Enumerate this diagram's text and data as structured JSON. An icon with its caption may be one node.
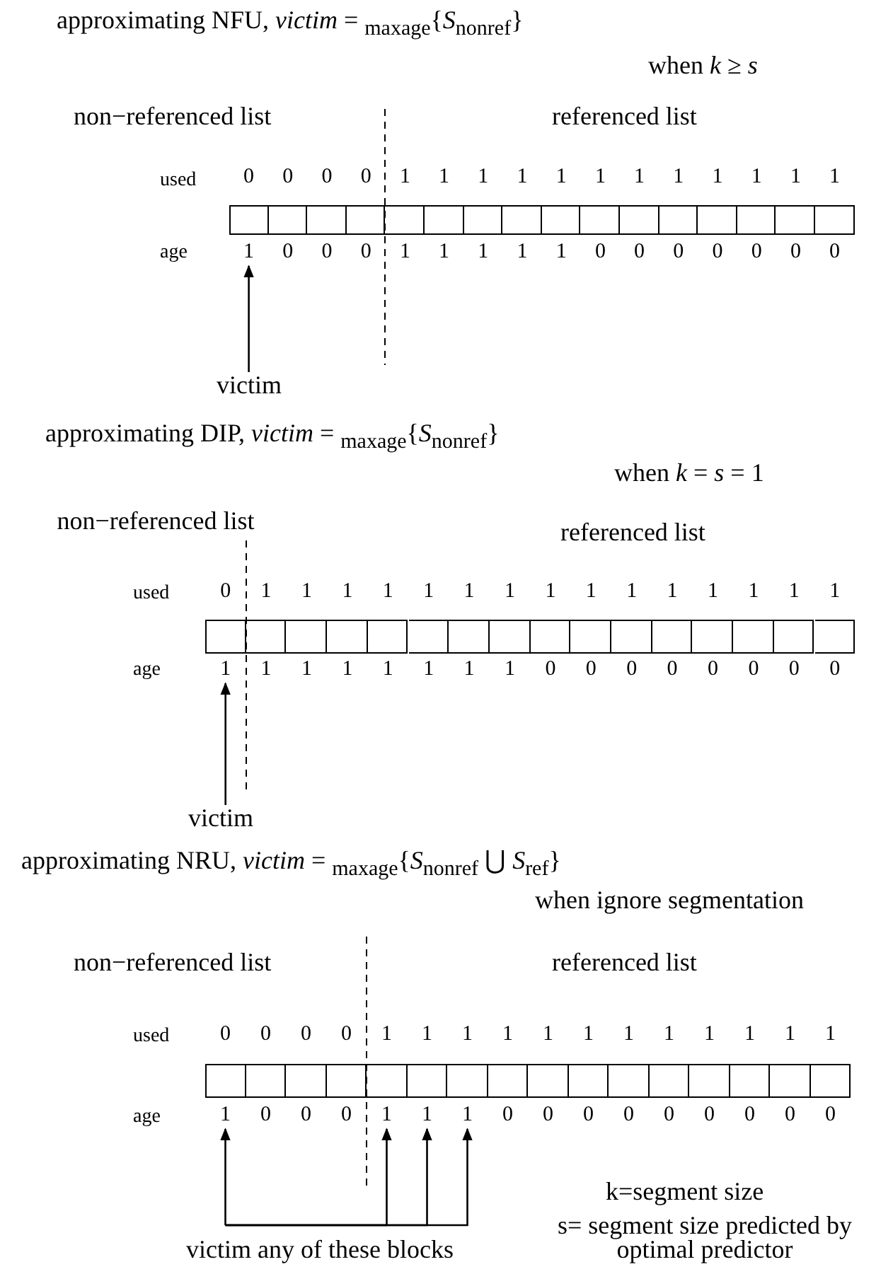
{
  "diagram": {
    "nodes": [
      {
        "text": [],
        "shape": "box",
        "beside": [
          "0",
          "1"
        ]
      },
      {
        "text": [],
        "shape": "box",
        "beside": [
          "0",
          "0"
        ]
      },
      {
        "text": [],
        "shape": "box",
        "beside": [
          "0",
          "0"
        ]
      },
      {
        "text": [],
        "shape": "box",
        "beside": [
          "0",
          "0"
        ]
      },
      {
        "text": [],
        "shape": "box",
        "beside": [
          "1",
          "1"
        ]
      },
      {
        "text": [],
        "shape": "box",
        "beside": [
          "1",
          "1"
        ]
      },
      {
        "text": [],
        "shape": "box",
        "beside": [
          "1",
          "1"
        ]
      },
      {
        "text": [],
        "shape": "box",
        "beside": [
          "1",
          "1"
        ]
      },
      {
        "text": [],
        "shape": "box",
        "beside": [
          "1",
          "1"
        ]
      },
      {
        "text": [],
        "shape": "box",
        "beside": [
          "1",
          "0"
        ]
      },
      {
        "text": [],
        "shape": "box",
        "beside": [
          "1",
          "0"
        ]
      },
      {
        "text": [],
        "shape": "box",
        "beside": [
          "1",
          "0"
        ]
      },
      {
        "text": [],
        "shape": "box",
        "beside": [
          "1",
          "0"
        ]
      },
      {
        "text": [],
        "shape": "box",
        "beside": [
          "1",
          "0"
        ]
      },
      {
        "text": [],
        "shape": "box",
        "beside": [
          "1",
          "0"
        ]
      },
      {
        "text": [],
        "shape": "box",
        "beside": [
          "1",
          "0"
        ]
      },
      {
        "text": [
          "victim"
        ]
      },
      {
        "text": [],
        "shape": "box",
        "beside": [
          "0",
          "1"
        ]
      },
      {
        "text": [],
        "shape": "box",
        "beside": [
          "1",
          "1"
        ]
      },
      {
        "text": [],
        "shape": "box",
        "beside": [
          "1",
          "1"
        ]
      },
      {
        "text": [],
        "shape": "box",
        "beside": [
          "1",
          "1"
        ]
      },
      {
        "text": [],
        "shape": "box",
        "beside": [
          "1",
          "1"
        ]
      },
      {
        "text": [],
        "shape": "box",
        "beside": [
          "1",
          "1"
        ]
      },
      {
        "text": [],
        "shape": "box",
        "beside": [
          "1",
          "1"
        ]
      },
      {
        "text": [],
        "shape": "box",
        "beside": [
          "1",
          "1"
        ]
      },
      {
        "text": [],
        "shape": "box",
        "beside": [
          "1",
          "0"
        ]
      },
      {
        "text": [],
        "shape": "box",
        "beside": [
          "1",
          "0"
        ]
      },
      {
        "text": [],
        "shape": "box",
        "beside": [
          "1",
          "0"
        ]
      },
      {
        "text": [],
        "shape": "box",
        "beside": [
          "1",
          "0"
        ]
      },
      {
        "text": [],
        "shape": "box",
        "beside": [
          "1",
          "0"
        ]
      },
      {
        "text": [],
        "shape": "box",
        "beside": [
          "1",
          "0"
        ]
      },
      {
        "text": [],
        "shape": "box",
        "beside": [
          "1",
          "0"
        ]
      },
      {
        "text": [],
        "shape": "box",
        "beside": [
          "1",
          "0"
        ]
      },
      {
        "text": [
          "victim"
        ]
      },
      {
        "text": [],
        "shape": "box",
        "beside": [
          "0",
          "1"
        ]
      },
      {
        "text": [],
        "shape": "box",
        "beside": [
          "0",
          "0"
        ]
      },
      {
        "text": [],
        "shape": "box",
        "beside": [
          "0",
          "0"
        ]
      },
      {
        "text": [],
        "shape": "box",
        "beside": [
          "0",
          "0"
        ]
      },
      {
        "text": [],
        "shape": "box",
        "beside": [
          "1",
          "1"
        ]
      },
      {
        "text": [],
        "shape": "box",
        "beside": [
          "1",
          "1"
        ]
      },
      {
        "text": [],
        "shape": "box",
        "beside": [
          "1",
          "1"
        ]
      },
      {
        "text": [],
        "shape": "box",
        "beside": [
          "1",
          "0"
        ]
      },
      {
        "text": [],
        "shape": "box",
        "beside": [
          "1",
          "0"
        ]
      },
      {
        "text": [],
        "shape": "box",
        "beside": [
          "1",
          "0"
        ]
      },
      {
        "text": [],
        "shape": "box",
        "beside": [
          "1",
          "0"
        ]
      },
      {
        "text": [],
        "shape": "box",
        "beside": [
          "1",
          "0"
        ]
      },
      {
        "text": [],
        "shape": "box",
        "beside": [
          "1",
          "0"
        ]
      },
      {
        "text": [],
        "shape": "box",
        "beside": [
          "1",
          "0"
        ]
      },
      {
        "text": [],
        "shape": "box",
        "beside": [
          "1",
          "0"
        ]
      },
      {
        "text": [],
        "shape": "box",
        "beside": [
          "1",
          "0"
        ]
      },
      {
        "text": [
          "victim any of these blocks"
        ]
      }
    ],
    "edges": [
      {
        "from": 16,
        "to": 0,
        "arrow": "to"
      },
      {
        "from": 33,
        "to": 17,
        "arrow": "to"
      },
      {
        "from": 50,
        "to": 34,
        "arrow": "to"
      },
      {
        "from": 50,
        "to": 38,
        "arrow": "to"
      },
      {
        "from": 50,
        "to": 39,
        "arrow": "to"
      },
      {
        "from": 50,
        "to": 40,
        "arrow": "to"
      }
    ],
    "labels": [
      "approximating NFU, *victim* = $_{maxage}${*S*$_{nonref}$}",
      "when *k* ≥ *s*",
      "non−referenced list",
      "referenced list",
      "used",
      "age",
      "approximating DIP, *victim* = $_{maxage}${*S*$_{nonref}$}",
      "when *k* = *s* = 1",
      "non−referenced list",
      "referenced list",
      "used",
      "age",
      "approximating NRU, *victim* = $_{maxage}${*S*$_{nonref}$ ⋃ *S*$_{ref}$}",
      "when ignore segmentation",
      "non−referenced list",
      "referenced list",
      "used",
      "age",
      "k=segment size",
      "s= segment size predicted by optimal predictor"
    ]
  }
}
